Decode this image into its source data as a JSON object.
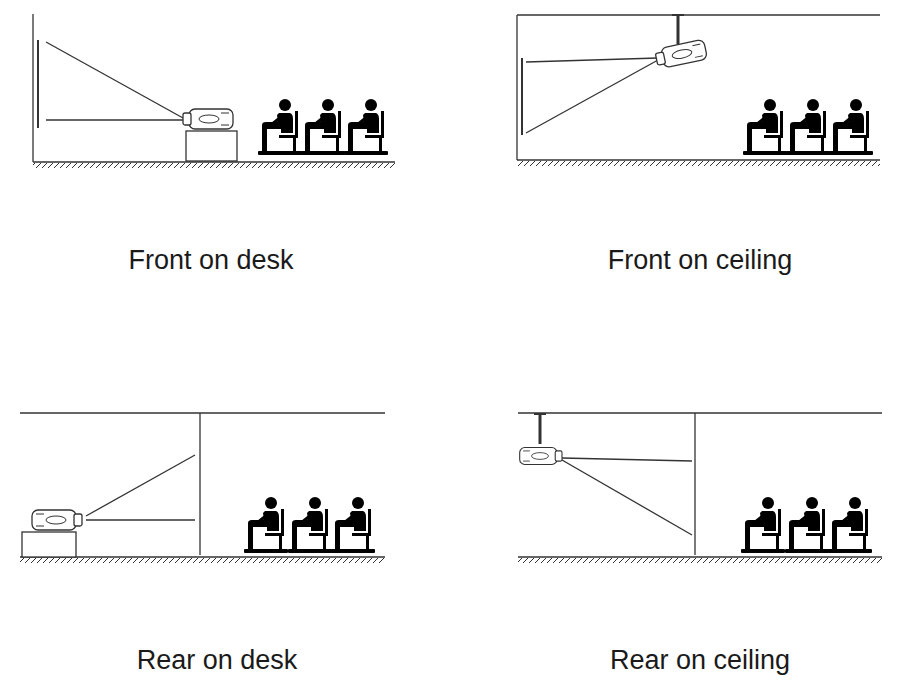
{
  "diagram": {
    "labels": [
      "Front on desk",
      "Front on ceiling",
      "Rear on desk",
      "Rear on ceiling"
    ]
  }
}
